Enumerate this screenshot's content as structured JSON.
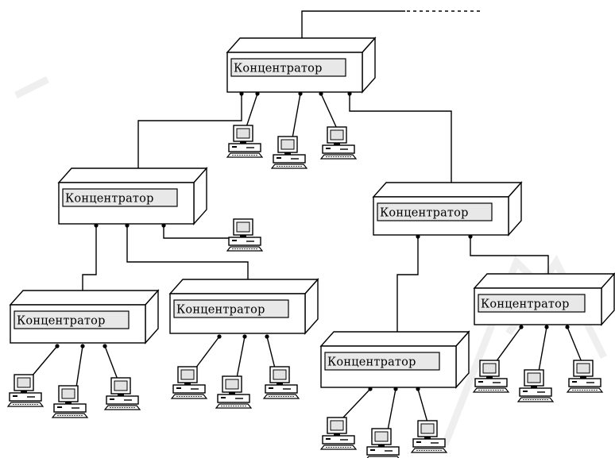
{
  "diagram": {
    "hub_label": "Концентратор",
    "hubs": [
      {
        "id": "root",
        "label": "Концентратор"
      },
      {
        "id": "left",
        "label": "Концентратор"
      },
      {
        "id": "right",
        "label": "Концентратор"
      },
      {
        "id": "left-left",
        "label": "Концентратор"
      },
      {
        "id": "left-right",
        "label": "Концентратор"
      },
      {
        "id": "right-left",
        "label": "Концентратор"
      },
      {
        "id": "right-right",
        "label": "Концентратор"
      }
    ],
    "computers_per_hub": {
      "root": 3,
      "left": 1,
      "right": 0,
      "left-left": 3,
      "left-right": 3,
      "right-left": 3,
      "right-right": 3
    },
    "uplink": "dotted continuation"
  },
  "colors": {
    "line": "#000000",
    "hub_fill": "#ffffff",
    "label_panel": "#e8e8e8",
    "watermark": "#efefef"
  },
  "icons": [
    "hub-icon",
    "computer-icon"
  ]
}
